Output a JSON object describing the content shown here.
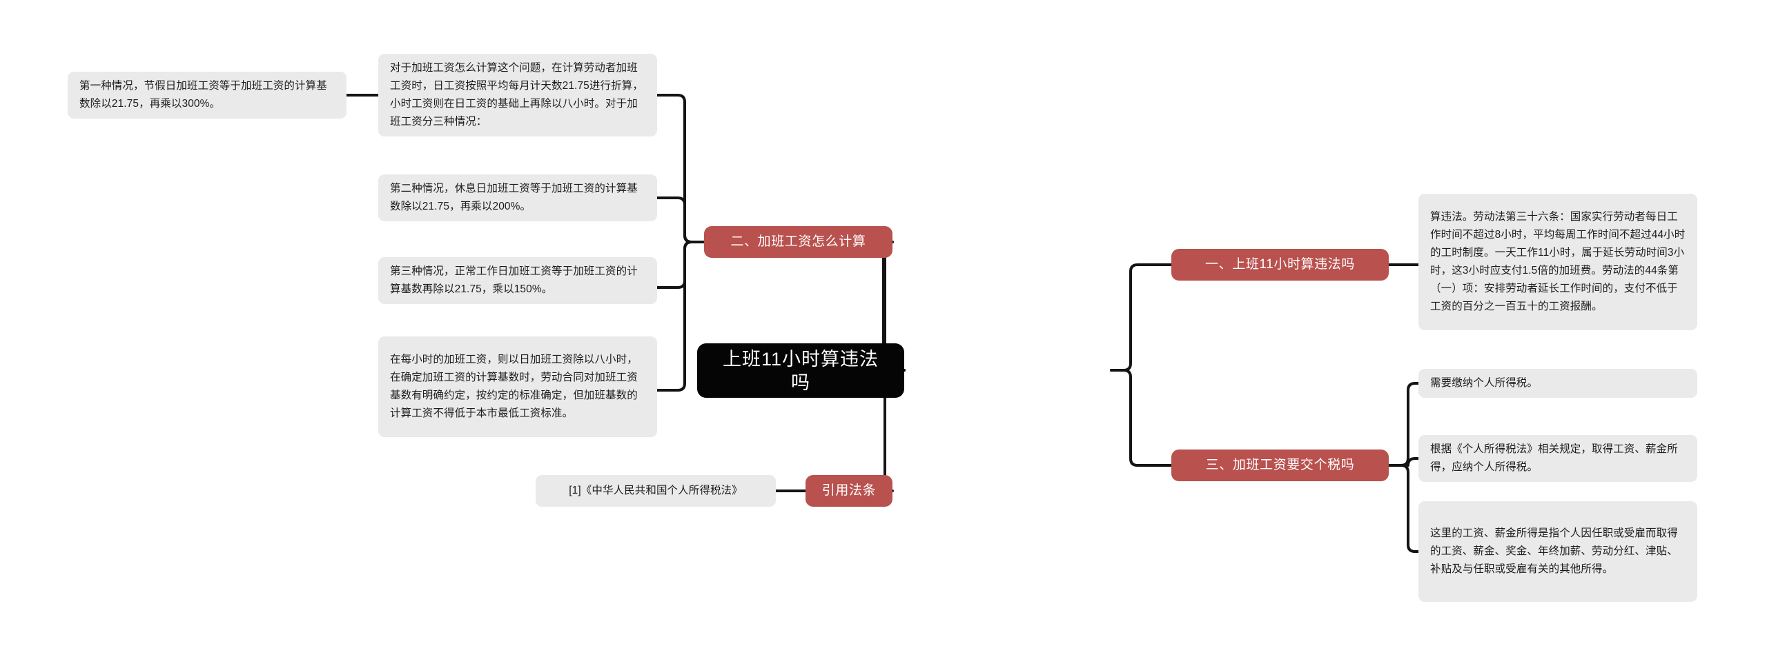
{
  "diagram": {
    "type": "mind-map",
    "root": {
      "label": "上班11小时算违法吗",
      "color": "#050505"
    },
    "colors": {
      "topic": "#b9514e",
      "leaf_bg": "#eaeaea",
      "root_bg": "#050505",
      "link": "#141414",
      "canvas": "#ffffff"
    },
    "branches": [
      {
        "id": "branch-overtime-wage-calc",
        "side": "left",
        "label": "二、加班工资怎么计算",
        "children": [
          {
            "id": "leaf-calc-intro",
            "text": "对于加班工资怎么计算这个问题，在计算劳动者加班工资时，日工资按照平均每月计天数21.75进行折算，小时工资则在日工资的基础上再除以八小时。对于加班工资分三种情况：",
            "children": [
              {
                "id": "leaf-case-one",
                "text": "第一种情况，节假日加班工资等于加班工资的计算基数除以21.75，再乘以300%。"
              }
            ]
          },
          {
            "id": "leaf-case-two",
            "text": "第二种情况，休息日加班工资等于加班工资的计算基数除以21.75，再乘以200%。"
          },
          {
            "id": "leaf-case-three",
            "text": "第三种情况，正常工作日加班工资等于加班工资的计算基数再除以21.75，乘以150%。"
          },
          {
            "id": "leaf-hourly-base",
            "text": "在每小时的加班工资，则以日加班工资除以八小时，在确定加班工资的计算基数时，劳动合同对加班工资基数有明确约定，按约定的标准确定，但加班基数的计算工资不得低于本市最低工资标准。"
          }
        ]
      },
      {
        "id": "branch-citations",
        "side": "left",
        "label": "引用法条",
        "children": [
          {
            "id": "leaf-citation-1",
            "text": "[1]《中华人民共和国个人所得税法》"
          }
        ]
      },
      {
        "id": "branch-eleven-hours",
        "side": "right",
        "label": "一、上班11小时算违法吗",
        "children": [
          {
            "id": "leaf-illegal-detail",
            "text": "算违法。劳动法第三十六条：国家实行劳动者每日工作时间不超过8小时，平均每周工作时间不超过44小时的工时制度。一天工作11小时，属于延长劳动时间3小时，这3小时应支付1.5倍的加班费。劳动法的44条第（一）项：安排劳动者延长工作时间的，支付不低于工资的百分之一百五十的工资报酬。"
          }
        ]
      },
      {
        "id": "branch-overtime-tax",
        "side": "right",
        "label": "三、加班工资要交个税吗",
        "children": [
          {
            "id": "leaf-tax-required",
            "text": "需要缴纳个人所得税。"
          },
          {
            "id": "leaf-tax-law",
            "text": "根据《个人所得税法》相关规定，取得工资、薪金所得，应纳个人所得税。"
          },
          {
            "id": "leaf-tax-scope",
            "text": "这里的工资、薪金所得是指个人因任职或受雇而取得的工资、薪金、奖金、年终加薪、劳动分红、津贴、补贴及与任职或受雇有关的其他所得。"
          }
        ]
      }
    ]
  }
}
